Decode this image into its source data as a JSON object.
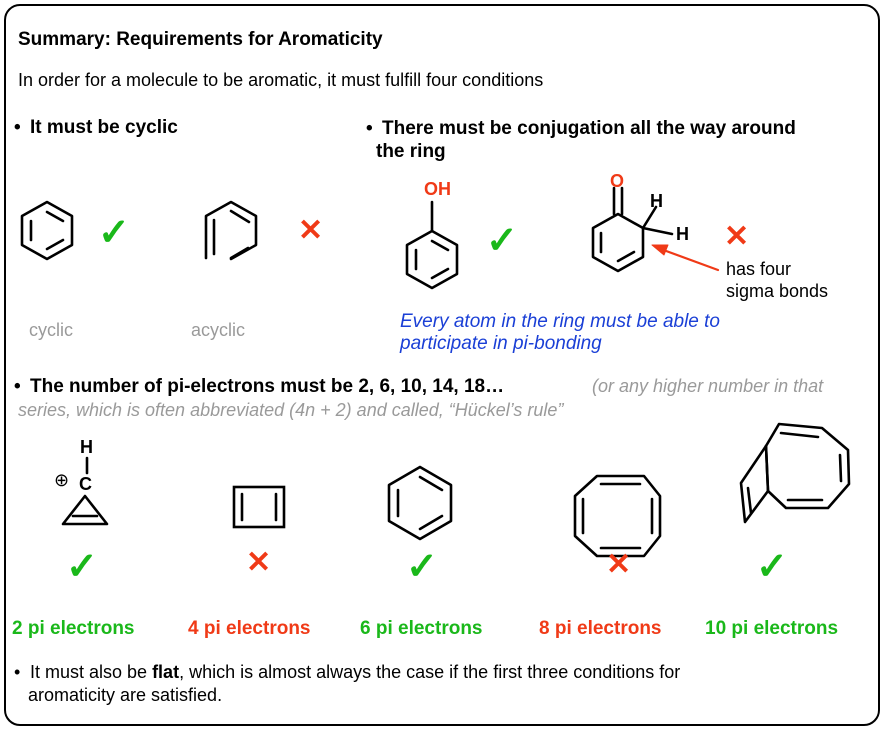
{
  "title": "Summary: Requirements for Aromaticity",
  "intro": "In order for a molecule to be aromatic, it must fulfill four conditions",
  "bullet": "•",
  "cond1": {
    "heading": "It must be cyclic",
    "cyclic_label": "cyclic",
    "acyclic_label": "acyclic"
  },
  "cond2": {
    "heading_line1": "There must be conjugation all the way around",
    "heading_line2": "the ring",
    "oh_label": "OH",
    "o_label": "O",
    "h_label_1": "H",
    "h_label_2": "H",
    "note_line1": "has four",
    "note_line2": "sigma bonds",
    "explanation_line1": "Every atom in the ring must be able to",
    "explanation_line2": "participate in pi-bonding"
  },
  "cond3": {
    "heading": "The number of pi-electrons must be  2, 6, 10, 14, 18…",
    "aside_line1": "(or any higher number in that",
    "aside_line2": "series, which is often abbreviated (4n + 2) and called, “Hückel’s rule”",
    "cation_h_label": "H",
    "cation_c_label": "C",
    "charge_label": "⊕",
    "counts": [
      "2 pi electrons",
      "4 pi electrons",
      "6 pi electrons",
      "8 pi electrons",
      "10 pi electrons"
    ]
  },
  "cond4": {
    "text_before": "It must also be ",
    "text_bold": "flat",
    "text_after": ", which is almost always the case if the first three conditions for",
    "text_line2": "aromaticity are satisfied."
  },
  "marks": {
    "check": "✓",
    "cross": "✕"
  },
  "colors": {
    "green": "#1ab81a",
    "red": "#f03a17",
    "blue": "#1a3fd6",
    "gray": "#9a9a9a"
  }
}
